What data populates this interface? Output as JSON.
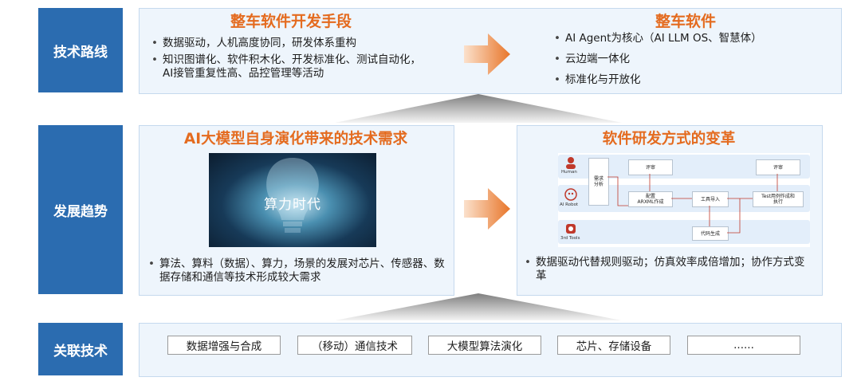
{
  "rows": {
    "tech_route": "技术路线",
    "trend": "发展趋势",
    "related": "关联技术"
  },
  "top_left": {
    "title": "整车软件开发手段",
    "bullets": [
      "数据驱动，人机高度协同，研发体系重构",
      "知识图谱化、软件积木化、开发标准化、测试自动化，",
      "AI接管重复性高、品控管理等活动"
    ]
  },
  "top_right": {
    "title": "整车软件",
    "bullets": [
      "AI Agent为核心（AI LLM OS、智慧体）",
      "云边端一体化",
      "标准化与开放化"
    ]
  },
  "mid_left": {
    "title": "AI大模型自身演化带来的技术需求",
    "image_text": "算力时代",
    "bullet": "算法、算料（数据）、算力，场景的发展对芯片、传感器、数据存储和通信等技术形成较大需求"
  },
  "mid_right": {
    "title": "软件研发方式的变革",
    "bullet": "数据驱动代替规则驱动；仿真效率成倍增加；协作方式变革",
    "flow": {
      "lane_human": "Human",
      "lane_robot": "AI Robot",
      "lane_tools": "3rd Tools",
      "node_req": "需求\n分析",
      "node_review1": "评审",
      "node_config": "配置\nARXML作成",
      "node_tool_import": "工具导入",
      "node_review2": "评审",
      "node_test": "Test用例作成和\n执行",
      "node_code": "代码生成"
    }
  },
  "related_tags": [
    "数据增强与合成",
    "（移动）通信技术",
    "大模型算法演化",
    "芯片、存储设备",
    "......"
  ],
  "colors": {
    "accent_blue": "#2b6cb0",
    "title_orange": "#e46b1f",
    "panel_bg": "#eef5fc"
  }
}
